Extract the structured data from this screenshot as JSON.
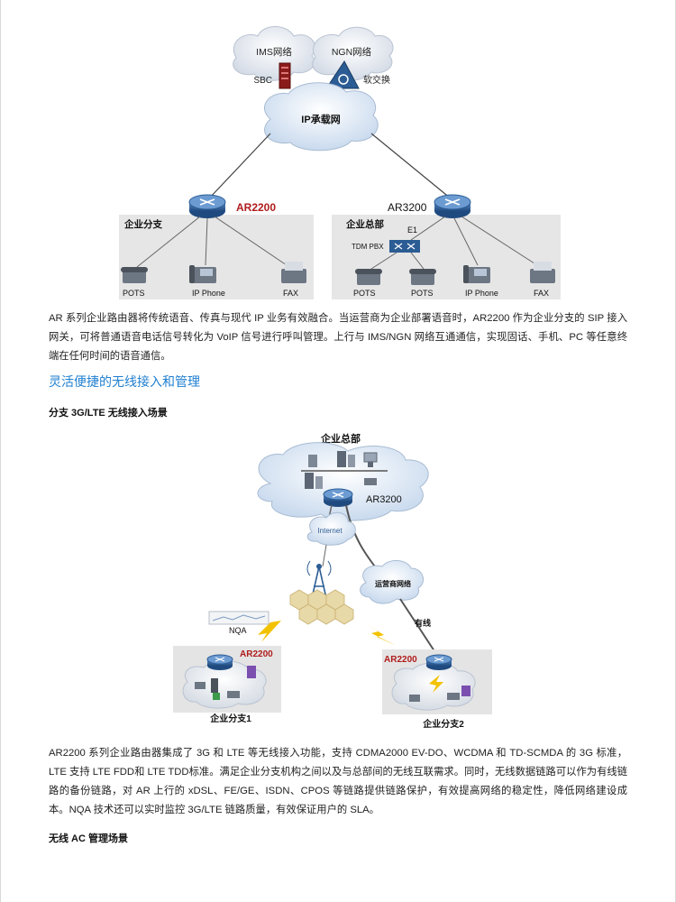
{
  "diagram1": {
    "ims_cloud": "IMS网络",
    "ngn_cloud": "NGN网络",
    "sbc": "SBC",
    "softswitch": "软交换",
    "ip_core": "IP承载网",
    "branch_router": "AR2200",
    "hq_router": "AR3200",
    "branch_label": "企业分支",
    "hq_label": "企业总部",
    "e1": "E1",
    "tdm_pbx": "TDM PBX",
    "branch_devices": [
      "POTS",
      "IP Phone",
      "FAX"
    ],
    "hq_devices": [
      "POTS",
      "POTS",
      "IP Phone",
      "FAX"
    ]
  },
  "paragraph1": "AR 系列企业路由器将传统语音、传真与现代 IP 业务有效融合。当运营商为企业部署语音时，AR2200 作为企业分支的 SIP 接入网关，可将普通语音电话信号转化为 VoIP 信号进行呼叫管理。上行与 IMS/NGN 网络互通通信，实现固话、手机、PC 等任意终端在任何时间的语音通信。",
  "section_title": "灵活便捷的无线接入和管理",
  "subhead1": "分支 3G/LTE 无线接入场景",
  "diagram2": {
    "hq_label": "企业总部",
    "hq_router": "AR3200",
    "internet": "Internet",
    "carrier_net": "运营商网络",
    "wired": "有线",
    "nqa": "NQA",
    "branch1_router": "AR2200",
    "branch2_router": "AR2200",
    "branch1_label": "企业分支1",
    "branch2_label": "企业分支2"
  },
  "paragraph2": "AR2200 系列企业路由器集成了 3G 和 LTE 等无线接入功能，支持 CDMA2000 EV-DO、WCDMA 和 TD-SCMDA 的 3G 标准，LTE 支持 LTE FDD和 LTE TDD标准。满足企业分支机构之间以及与总部间的无线互联需求。同时，无线数据链路可以作为有线链路的备份链路，对 AR 上行的 xDSL、FE/GE、ISDN、CPOS 等链路提供链路保护，有效提高网络的稳定性，降低网络建设成本。NQA 技术还可以实时监控 3G/LTE 链路质量，有效保证用户的 SLA。",
  "subhead2": "无线 AC 管理场景",
  "colors": {
    "accent_blue": "#1f7fd0",
    "router_red": "#b01c1c",
    "router_blue": "#2b5c94",
    "panel_gray": "#e6e6e6"
  }
}
